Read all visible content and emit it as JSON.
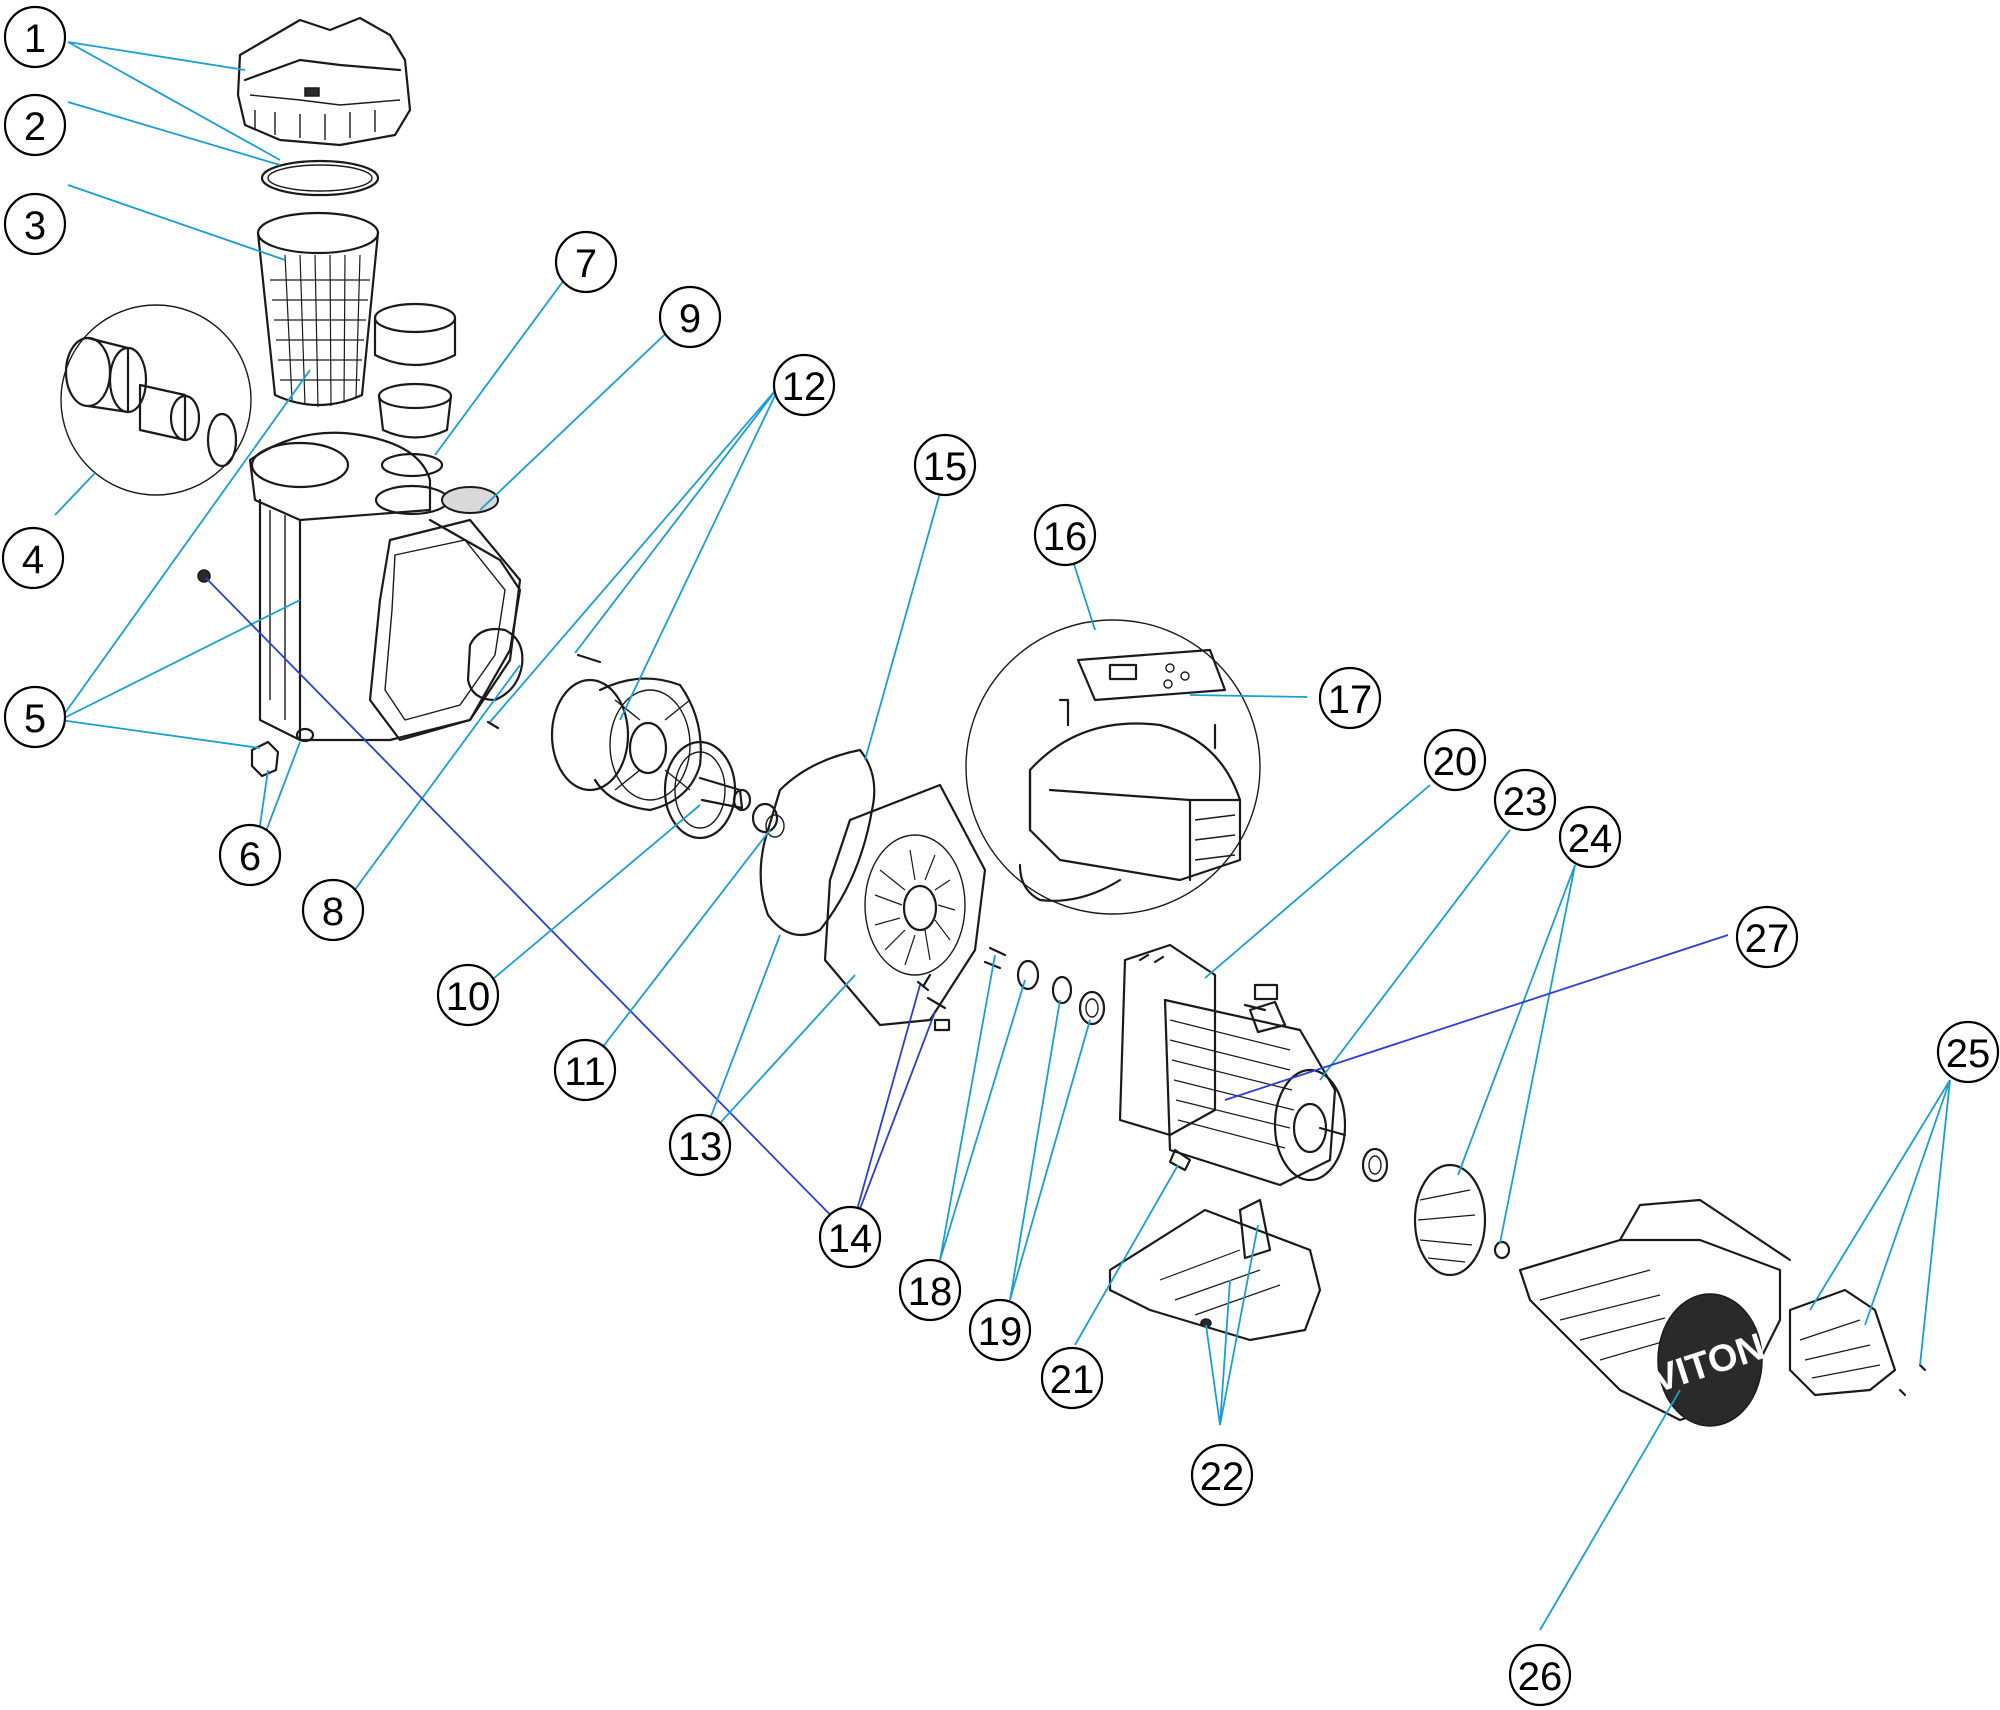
{
  "callouts": [
    {
      "id": "1",
      "label": "1"
    },
    {
      "id": "2",
      "label": "2"
    },
    {
      "id": "3",
      "label": "3"
    },
    {
      "id": "4",
      "label": "4"
    },
    {
      "id": "5",
      "label": "5"
    },
    {
      "id": "6",
      "label": "6"
    },
    {
      "id": "7",
      "label": "7"
    },
    {
      "id": "8",
      "label": "8"
    },
    {
      "id": "9",
      "label": "9"
    },
    {
      "id": "10",
      "label": "10"
    },
    {
      "id": "11",
      "label": "11"
    },
    {
      "id": "12",
      "label": "12"
    },
    {
      "id": "13",
      "label": "13"
    },
    {
      "id": "14",
      "label": "14"
    },
    {
      "id": "15",
      "label": "15"
    },
    {
      "id": "16",
      "label": "16"
    },
    {
      "id": "17",
      "label": "17"
    },
    {
      "id": "18",
      "label": "18"
    },
    {
      "id": "19",
      "label": "19"
    },
    {
      "id": "20",
      "label": "20"
    },
    {
      "id": "21",
      "label": "21"
    },
    {
      "id": "22",
      "label": "22"
    },
    {
      "id": "23",
      "label": "23"
    },
    {
      "id": "24",
      "label": "24"
    },
    {
      "id": "25",
      "label": "25"
    },
    {
      "id": "26",
      "label": "26"
    },
    {
      "id": "27",
      "label": "27"
    }
  ],
  "brand_mark": "VITON",
  "colors": {
    "leader": "#1a9ed3",
    "leader_alt": "#2b3fd6",
    "outline": "#1a1a1a"
  }
}
